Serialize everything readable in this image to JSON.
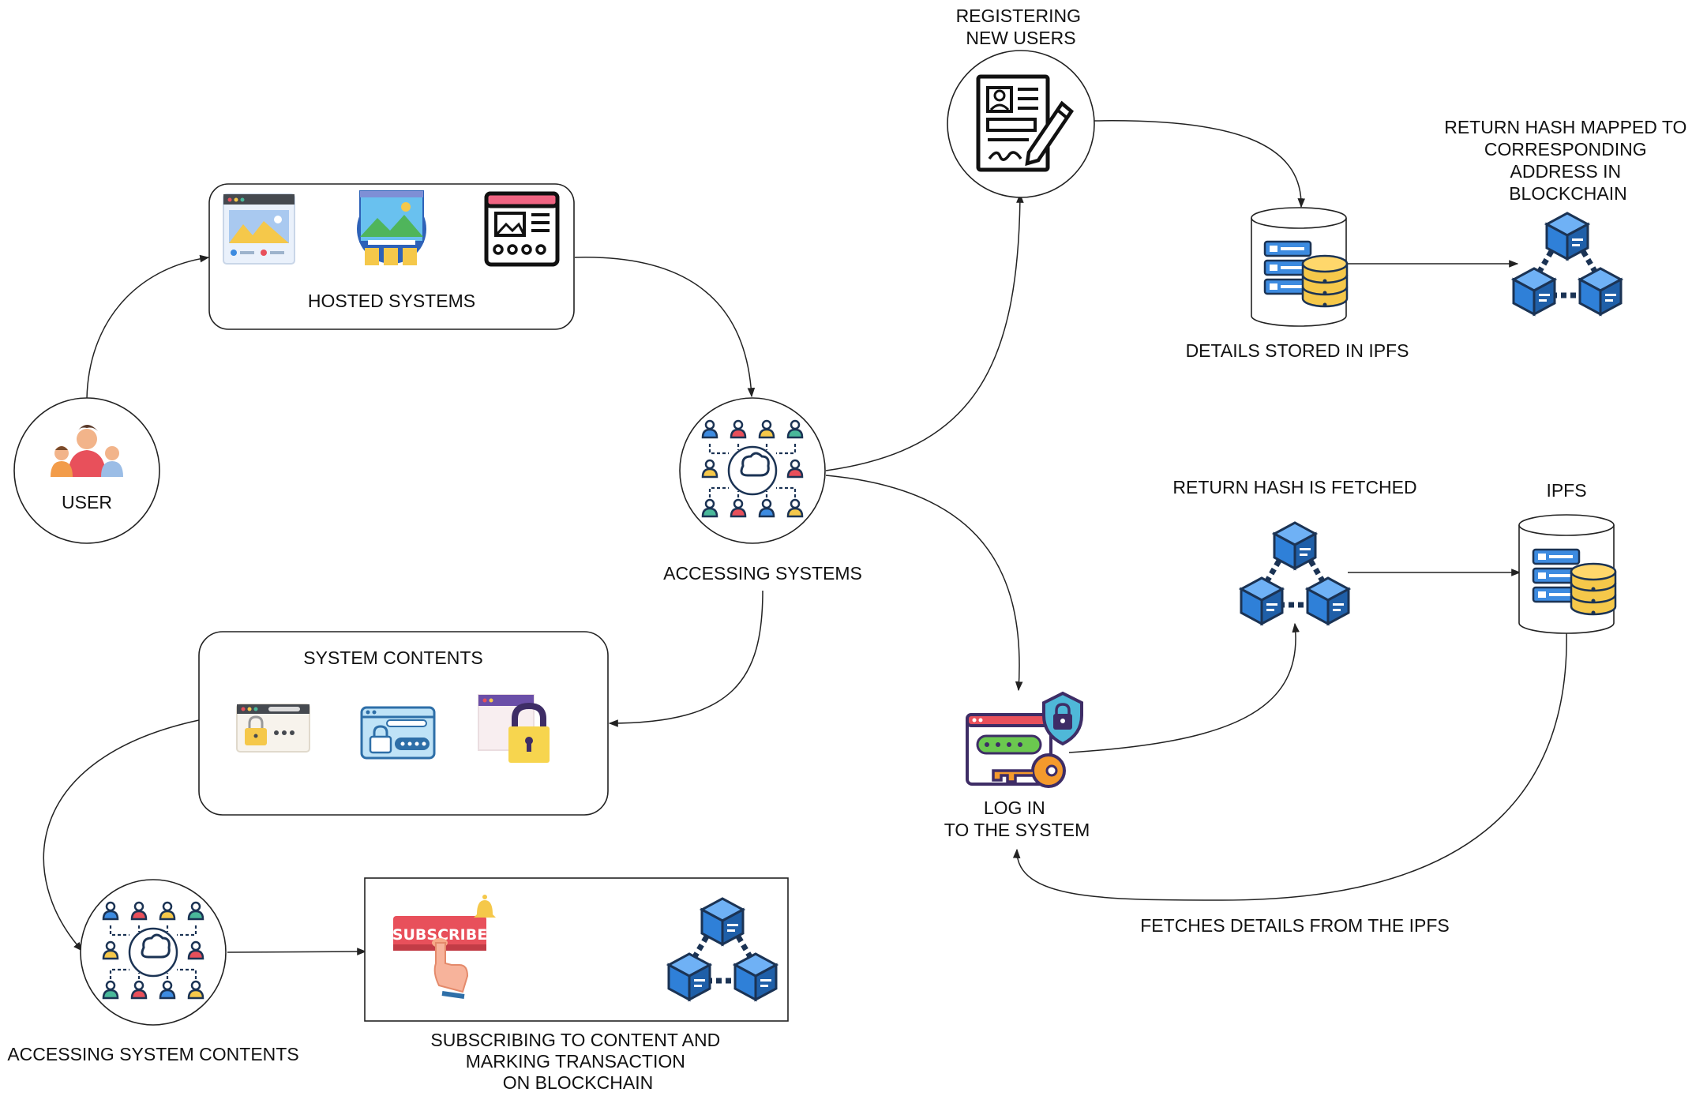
{
  "nodes": {
    "user": {
      "label": "USER",
      "icon": "users-group-icon"
    },
    "hosted_systems": {
      "label": "HOSTED SYSTEMS",
      "icons": [
        "web-page-icon",
        "web-design-icon",
        "web-layout-icon"
      ]
    },
    "accessing_systems": {
      "label": "ACCESSING SYSTEMS",
      "icon": "network-people-cloud-icon"
    },
    "system_contents": {
      "label": "SYSTEM CONTENTS",
      "icons": [
        "locked-browser-icon",
        "password-window-icon",
        "padlock-window-icon"
      ]
    },
    "accessing_system_contents": {
      "label": "ACCESSING SYSTEM CONTENTS",
      "icon": "network-people-cloud-icon"
    },
    "subscribing": {
      "lines": [
        "SUBSCRIBING TO CONTENT AND",
        "MARKING TRANSACTION",
        "ON BLOCKCHAIN"
      ],
      "button_text": "SUBSCRIBE",
      "icons": [
        "subscribe-button-icon",
        "blockchain-icon"
      ]
    },
    "registering": {
      "lines": [
        "REGISTERING",
        "NEW USERS"
      ],
      "icon": "registration-form-icon"
    },
    "details_stored": {
      "label": "DETAILS STORED IN IPFS",
      "icon": "database-server-icon"
    },
    "return_hash_mapped": {
      "lines": [
        "RETURN HASH MAPPED TO",
        "CORRESPONDING",
        "ADDRESS IN",
        "BLOCKCHAIN"
      ],
      "icon": "blockchain-icon"
    },
    "log_in": {
      "lines": [
        "LOG IN",
        "TO THE SYSTEM"
      ],
      "icon": "secure-login-icon"
    },
    "return_hash_fetched": {
      "label": "RETURN HASH IS FETCHED",
      "icon": "blockchain-icon"
    },
    "ipfs": {
      "label": "IPFS",
      "icon": "database-server-icon"
    },
    "fetches_details": {
      "label": "FETCHES DETAILS FROM THE IPFS"
    }
  },
  "colors": {
    "stroke": "#222222",
    "block_blue": "#2f80d8",
    "block_dark": "#1b3354",
    "db_gold": "#f5c84a",
    "server_blue": "#3d8be0",
    "subscribe_red": "#e8505b",
    "lock_yellow": "#f7c948",
    "key_orange": "#f49a2c"
  }
}
